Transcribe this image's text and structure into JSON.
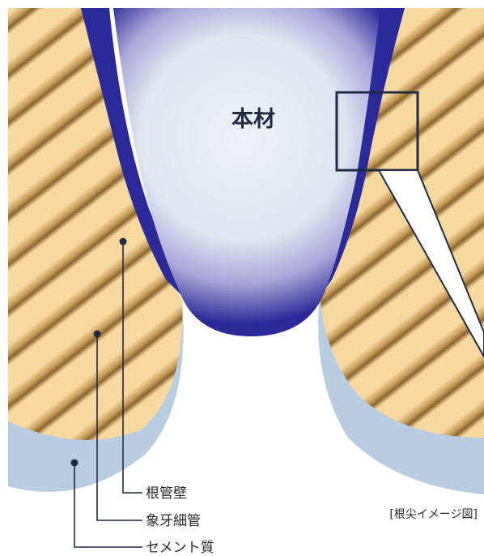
{
  "filling_label": "本材",
  "labels": {
    "canal_wall": "根管壁",
    "dentinal_tubule": "象牙細管",
    "cementum": "セメント質"
  },
  "caption": "[根尖イメージ図]",
  "colors": {
    "dentin": "#f7d9a0",
    "tubule": "#a07a3c",
    "cementum": "#b9cde2",
    "sealer": "#2a2a9a",
    "filling_core": "#e8eef6",
    "leader": "#1f2a44"
  }
}
